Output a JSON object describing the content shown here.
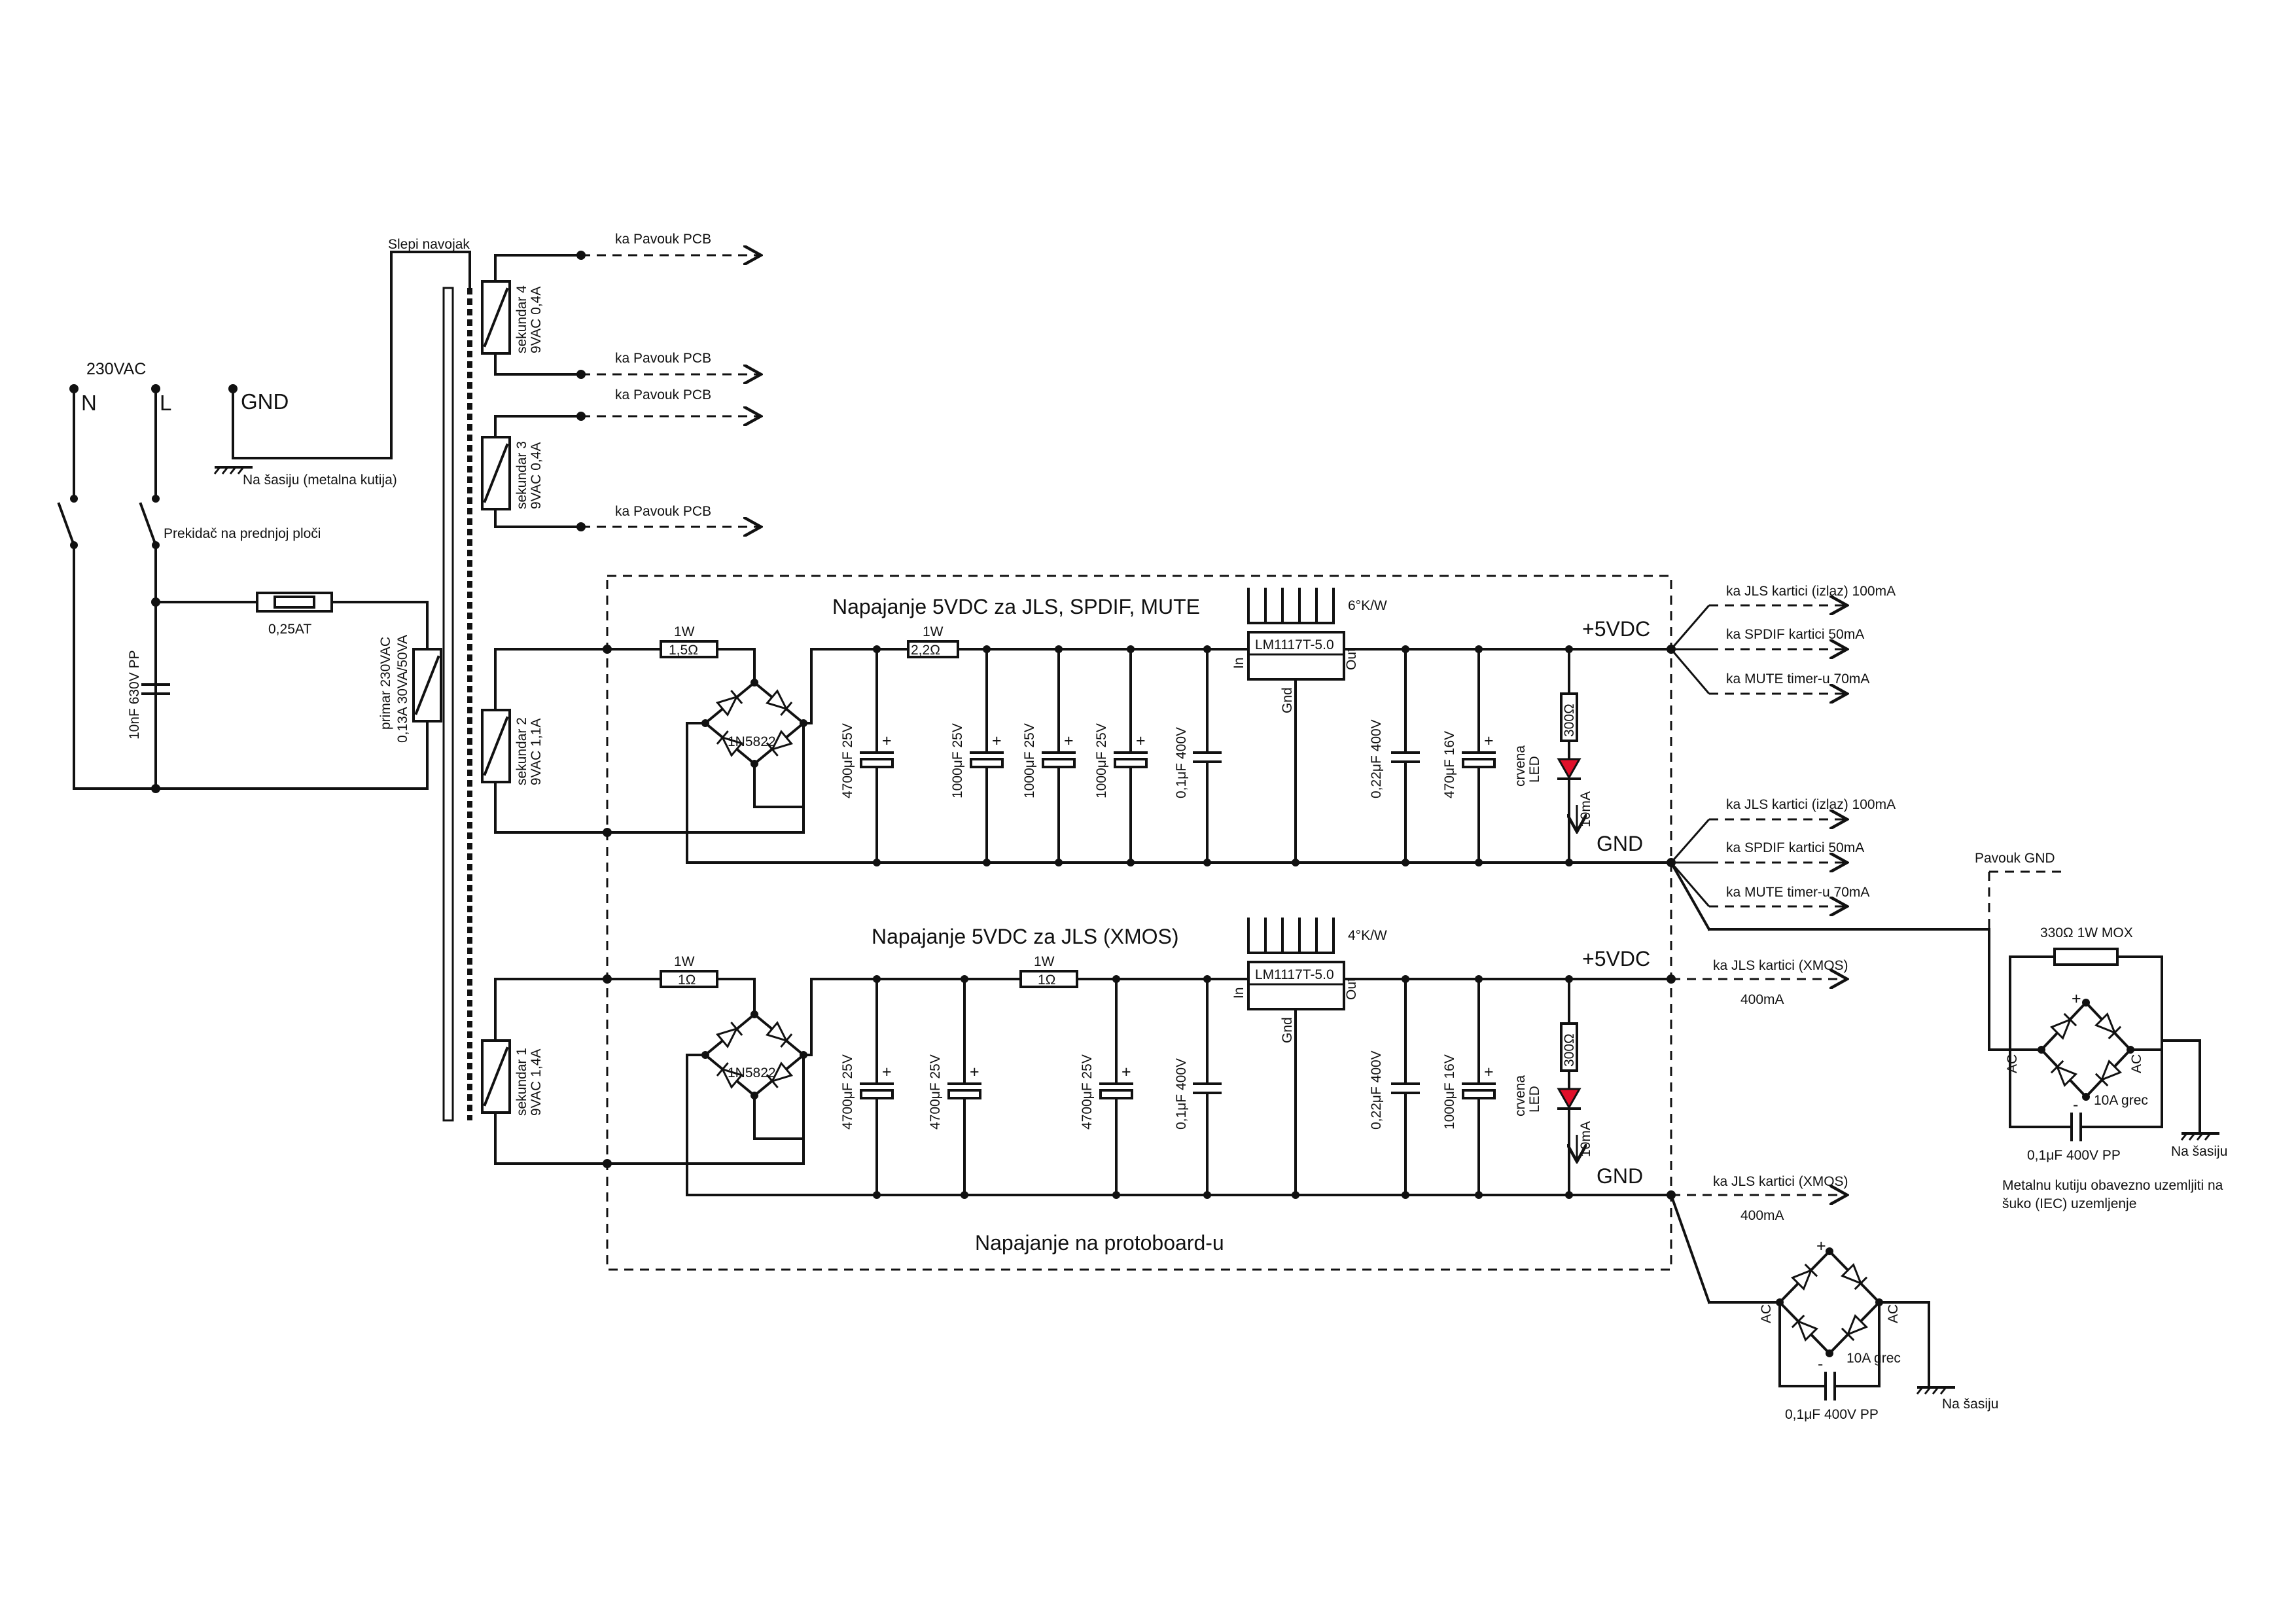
{
  "mains": {
    "voltage": "230VAC",
    "n_label": "N",
    "l_label": "L",
    "gnd_label": "GND",
    "chassis_note": "Na šasiju (metalna kutija)",
    "switch_note": "Prekidač na prednjoj ploči",
    "fuse": "0,25AT",
    "snubber_cap": "10nF 630V PP",
    "shield_note": "Slepi navojak",
    "primary": [
      "primar 230VAC",
      "0,13A  30VA/50VA"
    ]
  },
  "secondaries": {
    "s4": [
      "sekundar 4",
      "9VAC 0,4A"
    ],
    "s3": [
      "sekundar 3",
      "9VAC 0,4A"
    ],
    "s2": [
      "sekundar 2",
      "9VAC 1,1A"
    ],
    "s1": [
      "sekundar 1",
      "9VAC 1,4A"
    ],
    "pavouk_label": "ka Pavouk PCB"
  },
  "supply1": {
    "title": "Napajanje 5VDC za JLS, SPDIF, MUTE",
    "heatsink": "6°K/W",
    "regulator": "LM1117T-5.0",
    "pin_in": "In",
    "pin_out": "Out",
    "pin_gnd": "Gnd",
    "res1_power": "1W",
    "res1_value": "1,5Ω",
    "res2_power": "1W",
    "res2_value": "2,2Ω",
    "bridge": "1N5822",
    "caps": [
      "4700μF 25V",
      "1000μF 25V",
      "1000μF 25V",
      "1000μF 25V",
      "0,1μF 400V",
      "0,22μF 400V",
      "470μF 16V"
    ],
    "led_res": "300Ω",
    "led": [
      "crvena",
      "LED"
    ],
    "led_current": "10mA",
    "plus_label": "+5VDC",
    "gnd_label": "GND",
    "outputs_plus": [
      "ka JLS kartici (izlaz) 100mA",
      "ka SPDIF kartici 50mA",
      "ka MUTE timer-u 70mA"
    ],
    "outputs_gnd": [
      "ka JLS kartici (izlaz) 100mA",
      "ka SPDIF kartici 50mA",
      "ka MUTE timer-u 70mA"
    ]
  },
  "supply2": {
    "title": "Napajanje 5VDC za JLS (XMOS)",
    "heatsink": "4°K/W",
    "regulator": "LM1117T-5.0",
    "pin_in": "In",
    "pin_out": "Out",
    "pin_gnd": "Gnd",
    "res1_power": "1W",
    "res1_value": "1Ω",
    "res2_power": "1W",
    "res2_value": "1Ω",
    "bridge": "1N5822",
    "caps": [
      "4700μF 25V",
      "4700μF 25V",
      "4700μF 25V",
      "0,1μF 400V",
      "0,22μF 400V",
      "1000μF 16V"
    ],
    "led_res": "300Ω",
    "led": [
      "crvena",
      "LED"
    ],
    "led_current": "10mA",
    "plus_label": "+5VDC",
    "gnd_label": "GND",
    "out_plus": "ka JLS kartici (XMOS)",
    "out_gnd": "ka JLS kartici (XMOS)",
    "current": "400mA"
  },
  "protoboard_label": "Napajanje na protoboard-u",
  "ground_bridge1": {
    "pavouk_gnd": "Pavouk GND",
    "resistor": "330Ω 1W MOX",
    "ac": "AC",
    "bridge_rating": "10A grec",
    "cap": "0,1μF 400V PP",
    "chassis": "Na šasiju",
    "note": [
      "Metalnu kutiju obavezno  uzemljiti na",
      "šuko (IEC) uzemljenje"
    ]
  },
  "ground_bridge2": {
    "ac": "AC",
    "bridge_rating": "10A grec",
    "cap": "0,1μF 400V PP",
    "chassis": "Na šasiju"
  },
  "polarity": {
    "plus": "+",
    "minus": "-"
  }
}
